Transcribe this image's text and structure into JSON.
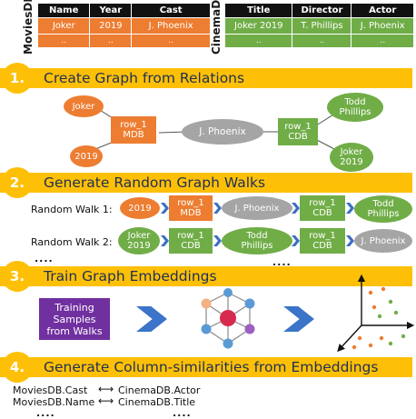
{
  "tables": {
    "movies": {
      "name": "MoviesDB",
      "headers": [
        "Name",
        "Year",
        "Cast"
      ],
      "row1": [
        "Joker",
        "2019",
        "J. Phoenix"
      ],
      "row2": [
        "..",
        "..",
        ".."
      ]
    },
    "cinema": {
      "name": "CinemaDB",
      "headers": [
        "Title",
        "Director",
        "Actor"
      ],
      "row1": [
        "Joker 2019",
        "T. Phillips",
        "J. Phoenix"
      ],
      "row2": [
        "..",
        "..",
        ".."
      ]
    }
  },
  "steps": [
    {
      "num": "1.",
      "title": "Create Graph from Relations"
    },
    {
      "num": "2.",
      "title": "Generate Random Graph Walks"
    },
    {
      "num": "3.",
      "title": "Train Graph Embeddings"
    },
    {
      "num": "4.",
      "title": "Generate Column-similarities from Embeddings"
    }
  ],
  "graph": {
    "joker": "Joker",
    "year": "2019",
    "mdb_row": "row_1\nMDB",
    "phoenix": "J. Phoenix",
    "cdb_row": "row_1\nCDB",
    "todd": "Todd\nPhillips",
    "joker2019": "Joker\n2019"
  },
  "walks": [
    {
      "label": "Random Walk 1:",
      "nodes": [
        "2019",
        "row_1\nMDB",
        "J. Phoenix",
        "row_1\nCDB",
        "Todd\nPhillips"
      ]
    },
    {
      "label": "Random Walk 2:",
      "nodes": [
        "Joker\n2019",
        "row_1\nCDB",
        "Todd\nPhillips",
        "row_1\nCDB",
        "J. Phoenix"
      ]
    }
  ],
  "walk_ellipsis": "....",
  "training_box": "Training\nSamples\nfrom Walks",
  "similarities": [
    {
      "left": "MoviesDB.Cast",
      "right": "CinemaDB.Actor"
    },
    {
      "left": "MoviesDB.Name",
      "right": "CinemaDB.Title"
    }
  ],
  "sim_ellipsis": "....",
  "colors": {
    "orange": "#ed7d31",
    "green": "#70ad47",
    "gray": "#a5a5a5",
    "yellow": "#fec007",
    "purple": "#7030a0",
    "blue": "#3b74c8"
  }
}
